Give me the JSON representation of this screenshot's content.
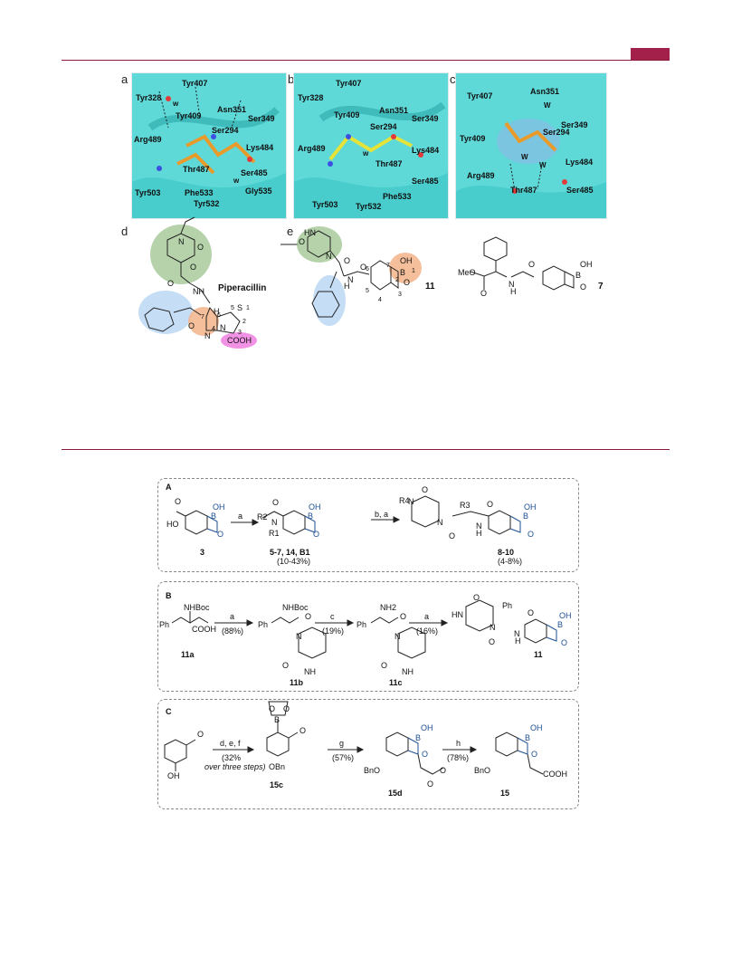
{
  "colors": {
    "accent": "#a3204a",
    "protein": "#5fd8d8",
    "boron": "#1d4f91"
  },
  "figure1": {
    "panel_a": {
      "label": "a",
      "residues": [
        "Tyr407",
        "Tyr328",
        "Tyr409",
        "Asn351",
        "Ser349",
        "Ser294",
        "Arg489",
        "Lys484",
        "Thr487",
        "Ser485",
        "Tyr503",
        "Phe533",
        "Gly535",
        "Tyr532"
      ],
      "waters": [
        "w",
        "w"
      ]
    },
    "panel_b": {
      "label": "b",
      "residues": [
        "Tyr407",
        "Tyr328",
        "Tyr409",
        "Asn351",
        "Ser349",
        "Ser294",
        "Arg489",
        "Lys484",
        "Thr487",
        "Ser485",
        "Phe533",
        "Tyr503",
        "Tyr532"
      ],
      "waters": [
        "w"
      ]
    },
    "panel_c": {
      "label": "c",
      "residues": [
        "Tyr407",
        "Asn351",
        "Ser349",
        "Ser294",
        "Tyr409",
        "Lys484",
        "Arg489",
        "Thr487",
        "Ser485"
      ],
      "waters": [
        "W",
        "W",
        "W"
      ]
    },
    "panel_d": {
      "label": "d",
      "name": "Piperacillin",
      "atoms": [
        "N",
        "O",
        "O",
        "O",
        "NH",
        "H",
        "N",
        "S",
        "O",
        "N",
        "COOH"
      ],
      "numbers": [
        "6",
        "5",
        "1",
        "2",
        "3",
        "7",
        "4"
      ]
    },
    "panel_e": {
      "label": "e",
      "compound": "11",
      "atoms": [
        "O",
        "N",
        "HN",
        "O",
        "H",
        "N",
        "O",
        "OH",
        "B",
        "O"
      ],
      "numbers": [
        "6",
        "7",
        "1",
        "2",
        "5",
        "4",
        "3"
      ]
    },
    "compound_7": {
      "number": "7",
      "atoms": [
        "MeO",
        "O",
        "H",
        "N",
        "O",
        "OH",
        "B",
        "O"
      ]
    }
  },
  "schemeA": {
    "label": "A",
    "reagent1": "a",
    "reagent2": "b, a",
    "start": {
      "number": "3",
      "atoms": [
        "HO",
        "O",
        "OH",
        "B",
        "O"
      ]
    },
    "mid": {
      "number": "5-7, 14, B1",
      "yield": "(10-43%)",
      "atoms": [
        "O",
        "R2",
        "N",
        "R1",
        "OH",
        "B",
        "O"
      ]
    },
    "end": {
      "number": "8-10",
      "yield": "(4-8%)",
      "atoms": [
        "O",
        "R4",
        "N",
        "N",
        "R3",
        "O",
        "H",
        "N",
        "O",
        "OH",
        "B",
        "O"
      ]
    }
  },
  "schemeB": {
    "label": "B",
    "steps": [
      {
        "reagent": "a",
        "yield": "(88%)"
      },
      {
        "reagent": "c",
        "yield": "(19%)"
      },
      {
        "reagent": "a",
        "yield": "(16%)"
      }
    ],
    "c11a": {
      "number": "11a",
      "atoms": [
        "NHBoc",
        "Ph",
        "COOH"
      ]
    },
    "c11b": {
      "number": "11b",
      "atoms": [
        "NHBoc",
        "Ph",
        "O",
        "N",
        "O",
        "NH"
      ]
    },
    "c11c": {
      "number": "11c",
      "atoms": [
        "NH2",
        "Ph",
        "O",
        "N",
        "O",
        "NH"
      ]
    },
    "c11": {
      "number": "11",
      "atoms": [
        "O",
        "HN",
        "N",
        "Ph",
        "O",
        "H",
        "N",
        "O",
        "OH",
        "B",
        "O"
      ]
    }
  },
  "schemeC": {
    "label": "C",
    "steps": [
      {
        "reagent": "d, e, f",
        "yield": "(32%",
        "note": "over three steps)"
      },
      {
        "reagent": "g",
        "yield": "(57%)"
      },
      {
        "reagent": "h",
        "yield": "(78%)"
      }
    ],
    "start": {
      "atoms": [
        "O",
        "OH"
      ]
    },
    "c15c": {
      "number": "15c",
      "atoms": [
        "O",
        "B",
        "O",
        "O",
        "OBn"
      ]
    },
    "c15d": {
      "number": "15d",
      "atoms": [
        "OH",
        "B",
        "O",
        "BnO",
        "O",
        "O"
      ]
    },
    "c15": {
      "number": "15",
      "atoms": [
        "OH",
        "B",
        "O",
        "BnO",
        "COOH"
      ]
    }
  }
}
